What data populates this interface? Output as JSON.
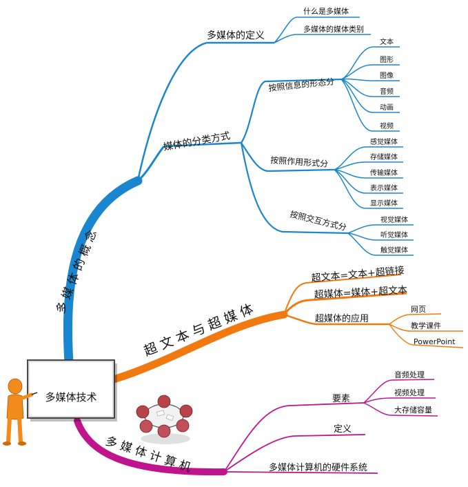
{
  "colors": {
    "blue": "#1a86cf",
    "orange": "#f07a10",
    "magenta": "#c0148c",
    "text": "#111111"
  },
  "root": {
    "label": "多媒体技术"
  },
  "branches": {
    "concept": {
      "label": "多 媒 体 的 概 念",
      "definition": {
        "label": "多媒体的定义",
        "children": [
          "什么是多媒体",
          "多媒体的媒体类别"
        ]
      },
      "classification": {
        "label": "媒体的分类方式",
        "form": {
          "label": "按照信息的形态分",
          "children": [
            "文本",
            "图形",
            "图像",
            "音频",
            "动画",
            "视频"
          ]
        },
        "function": {
          "label": "按照作用形式分",
          "children": [
            "感觉媒体",
            "存储媒体",
            "传输媒体",
            "表示媒体",
            "显示媒体"
          ]
        },
        "interaction": {
          "label": "按照交互方式分",
          "children": [
            "视觉媒体",
            "听觉媒体",
            "触觉媒体"
          ]
        }
      }
    },
    "hypertext": {
      "label": "超 文 本 与 超 媒 体",
      "formula1": "超文本=文本+超链接",
      "formula2": "超媒体=媒体+超文本",
      "application": {
        "label": "超媒体的应用",
        "children": [
          "网页",
          "教学课件",
          "PowerPoint"
        ]
      }
    },
    "computer": {
      "label": "多 媒 体 计 算 机",
      "elements": {
        "label": "要素",
        "children": [
          "音频处理",
          "视频处理",
          "大存储容量"
        ]
      },
      "definition": "定义",
      "hardware": "多媒体计算机的硬件系统"
    }
  }
}
